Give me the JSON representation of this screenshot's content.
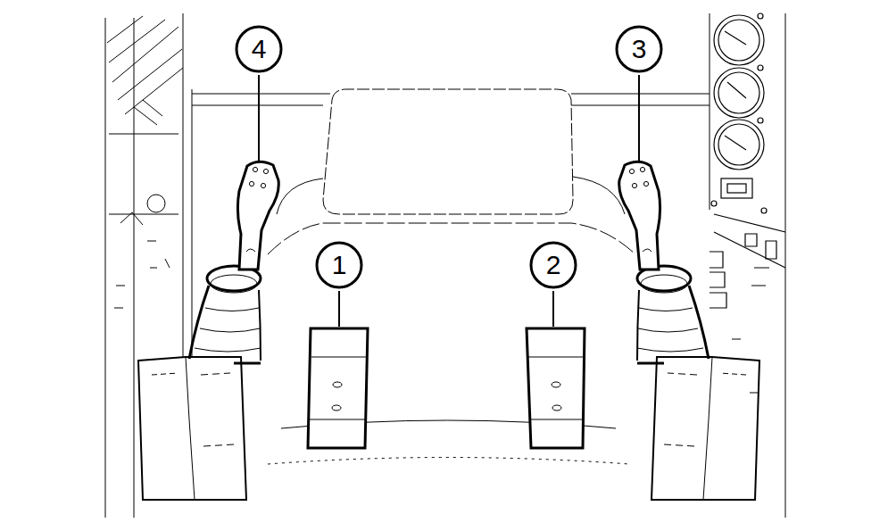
{
  "diagram": {
    "nodes": [
      {
        "text": [
          "4"
        ]
      },
      {
        "text": [
          "3"
        ]
      },
      {
        "text": [
          "1"
        ]
      },
      {
        "text": [
          "2"
        ]
      }
    ]
  }
}
